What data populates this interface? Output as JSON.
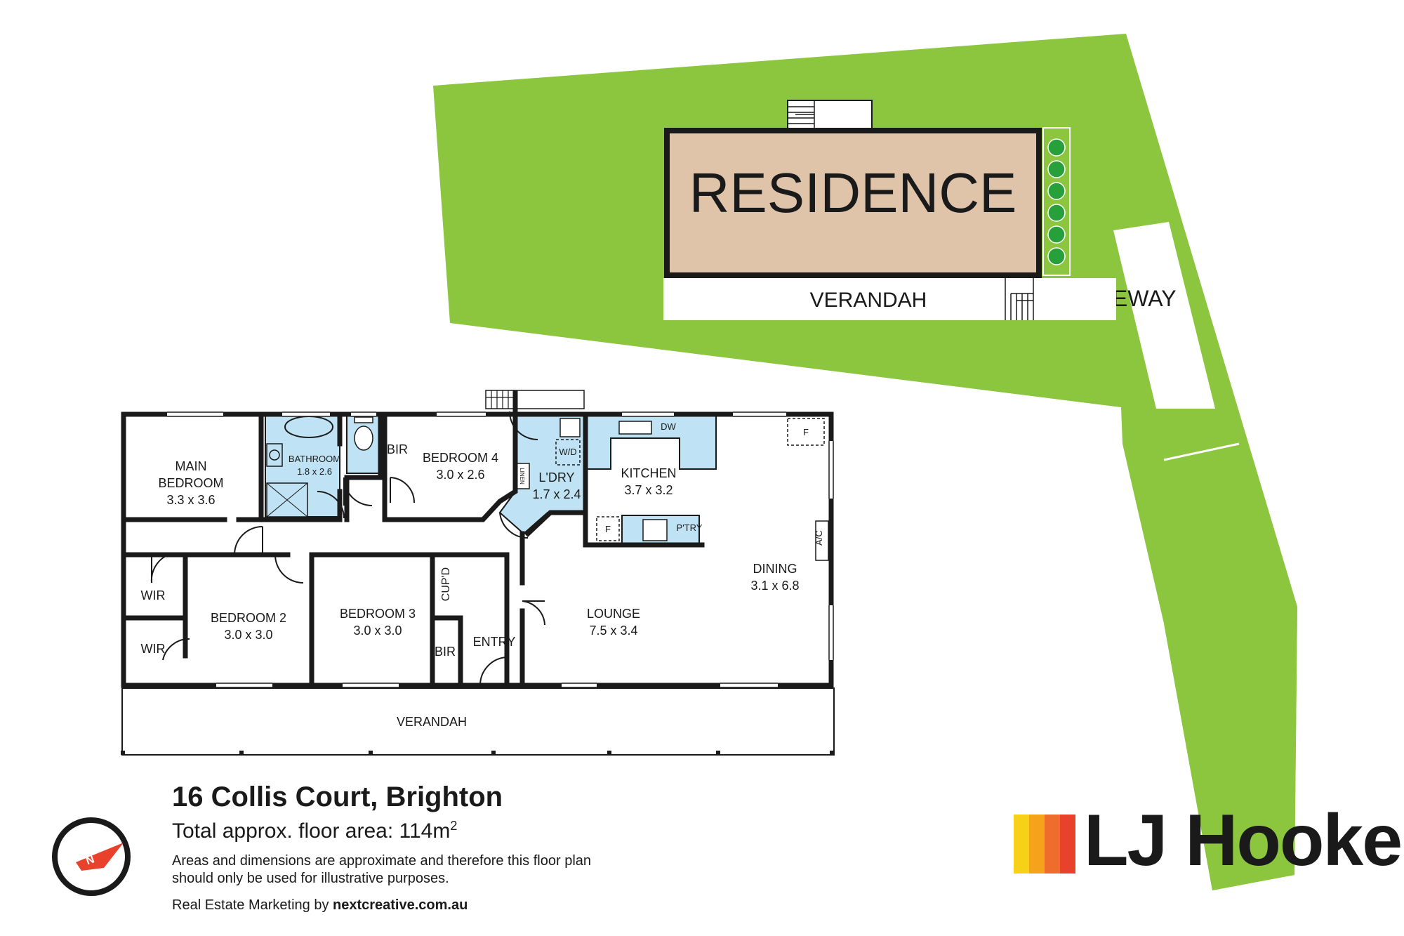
{
  "site": {
    "residence_label": "RESIDENCE",
    "verandah_label": "VERANDAH",
    "driveway_label": "DRIVEWAY",
    "colors": {
      "lawn": "#8cc63f",
      "residence": "#e0c4aa",
      "shrub": "#27a03c"
    }
  },
  "floorplan": {
    "rooms": {
      "main_bedroom_name1": "MAIN",
      "main_bedroom_name2": "BEDROOM",
      "main_bedroom_dim": "3.3 x 3.6",
      "bathroom_name": "BATHROOM",
      "bathroom_dim": "1.8 x 2.6",
      "bir_top": "BIR",
      "bedroom4_name": "BEDROOM 4",
      "bedroom4_dim": "3.0 x 2.6",
      "linen": "LINEN",
      "laundry_name": "L'DRY",
      "laundry_dim": "1.7 x 2.4",
      "wd": "W/D",
      "kitchen_name": "KITCHEN",
      "kitchen_dim": "3.7 x 3.2",
      "dw": "DW",
      "fridge1": "F",
      "fridge2": "F",
      "pantry": "P'TRY",
      "ac": "A/C",
      "dining_name": "DINING",
      "dining_dim": "3.1 x 6.8",
      "lounge_name": "LOUNGE",
      "lounge_dim": "7.5 x 3.4",
      "wir1": "WIR",
      "wir2": "WIR",
      "bedroom2_name": "BEDROOM 2",
      "bedroom2_dim": "3.0 x 3.0",
      "bedroom3_name": "BEDROOM 3",
      "bedroom3_dim": "3.0 x 3.0",
      "cupd": "CUP'D",
      "bir_bottom": "BIR",
      "entry": "ENTRY",
      "verandah": "VERANDAH"
    },
    "colors": {
      "wet_area": "#bfe3f4",
      "walls": "#1a1a1a"
    }
  },
  "info": {
    "address": "16 Collis Court, Brighton",
    "area_prefix": "Total approx. floor area: 114m",
    "area_sup": "2",
    "disclaimer": "Areas and dimensions are approximate and therefore this floor plan should only be used for illustrative purposes.",
    "marketing_prefix": "Real Estate Marketing by ",
    "marketing_site": "nextcreative.com.au"
  },
  "compass": {
    "letter": "N",
    "icon": "north-compass-icon",
    "color": "#e8412c"
  },
  "brand": {
    "name": "LJ Hooker",
    "stripe_colors": [
      "#f7d117",
      "#f5a31a",
      "#ee6d2c",
      "#e8412c"
    ]
  }
}
